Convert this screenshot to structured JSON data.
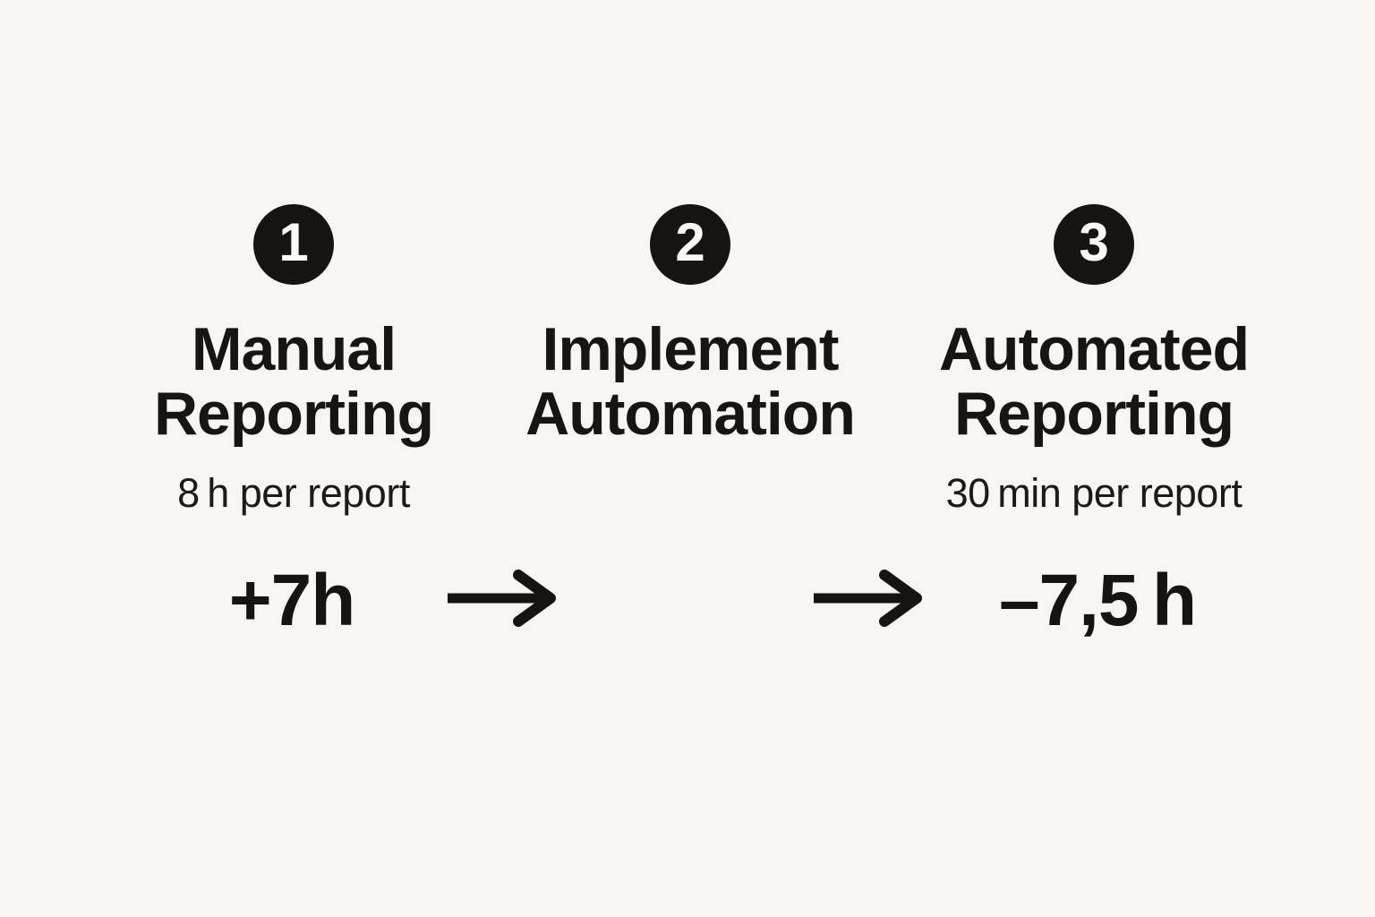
{
  "colors": {
    "background": "#f7f6f3",
    "ink": "#171513",
    "badge_background": "#161412",
    "badge_text": "#fbfaf8"
  },
  "steps": [
    {
      "number": "1",
      "title_line1": "Manual",
      "title_line2": "Reporting",
      "subtitle": "8 h per report",
      "metric": "+7h"
    },
    {
      "number": "2",
      "title_line1": "Implement",
      "title_line2": "Automation",
      "subtitle": "",
      "metric": ""
    },
    {
      "number": "3",
      "title_line1": "Automated",
      "title_line2": "Reporting",
      "subtitle": "30 min per report",
      "metric": "–7,5 h"
    }
  ],
  "icons": {
    "arrow_1_to_2": "right-arrow",
    "arrow_2_to_3": "right-arrow"
  }
}
